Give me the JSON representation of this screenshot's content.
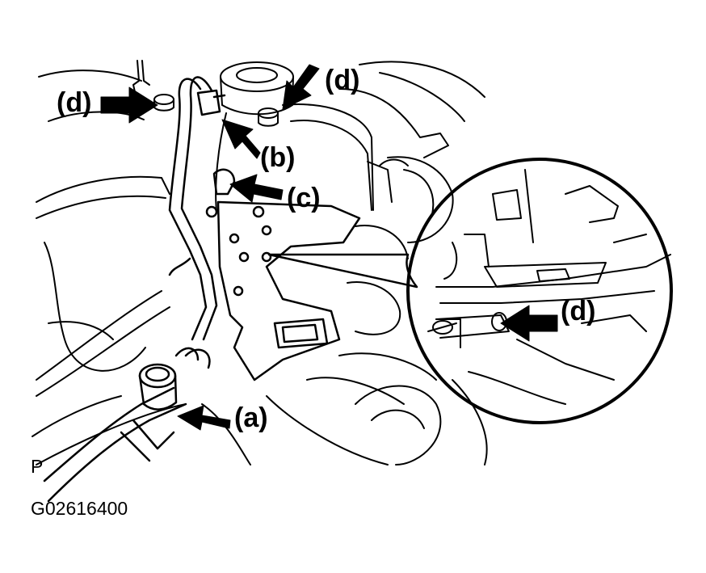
{
  "callouts": {
    "d_top_left": "(d)",
    "d_top_right": "(d)",
    "b": "(b)",
    "c": "(c)",
    "a": "(a)",
    "d_inset": "(d)"
  },
  "corner_label": "P",
  "figure_id": "G02616400",
  "colors": {
    "line": "#000000",
    "background": "#ffffff"
  }
}
